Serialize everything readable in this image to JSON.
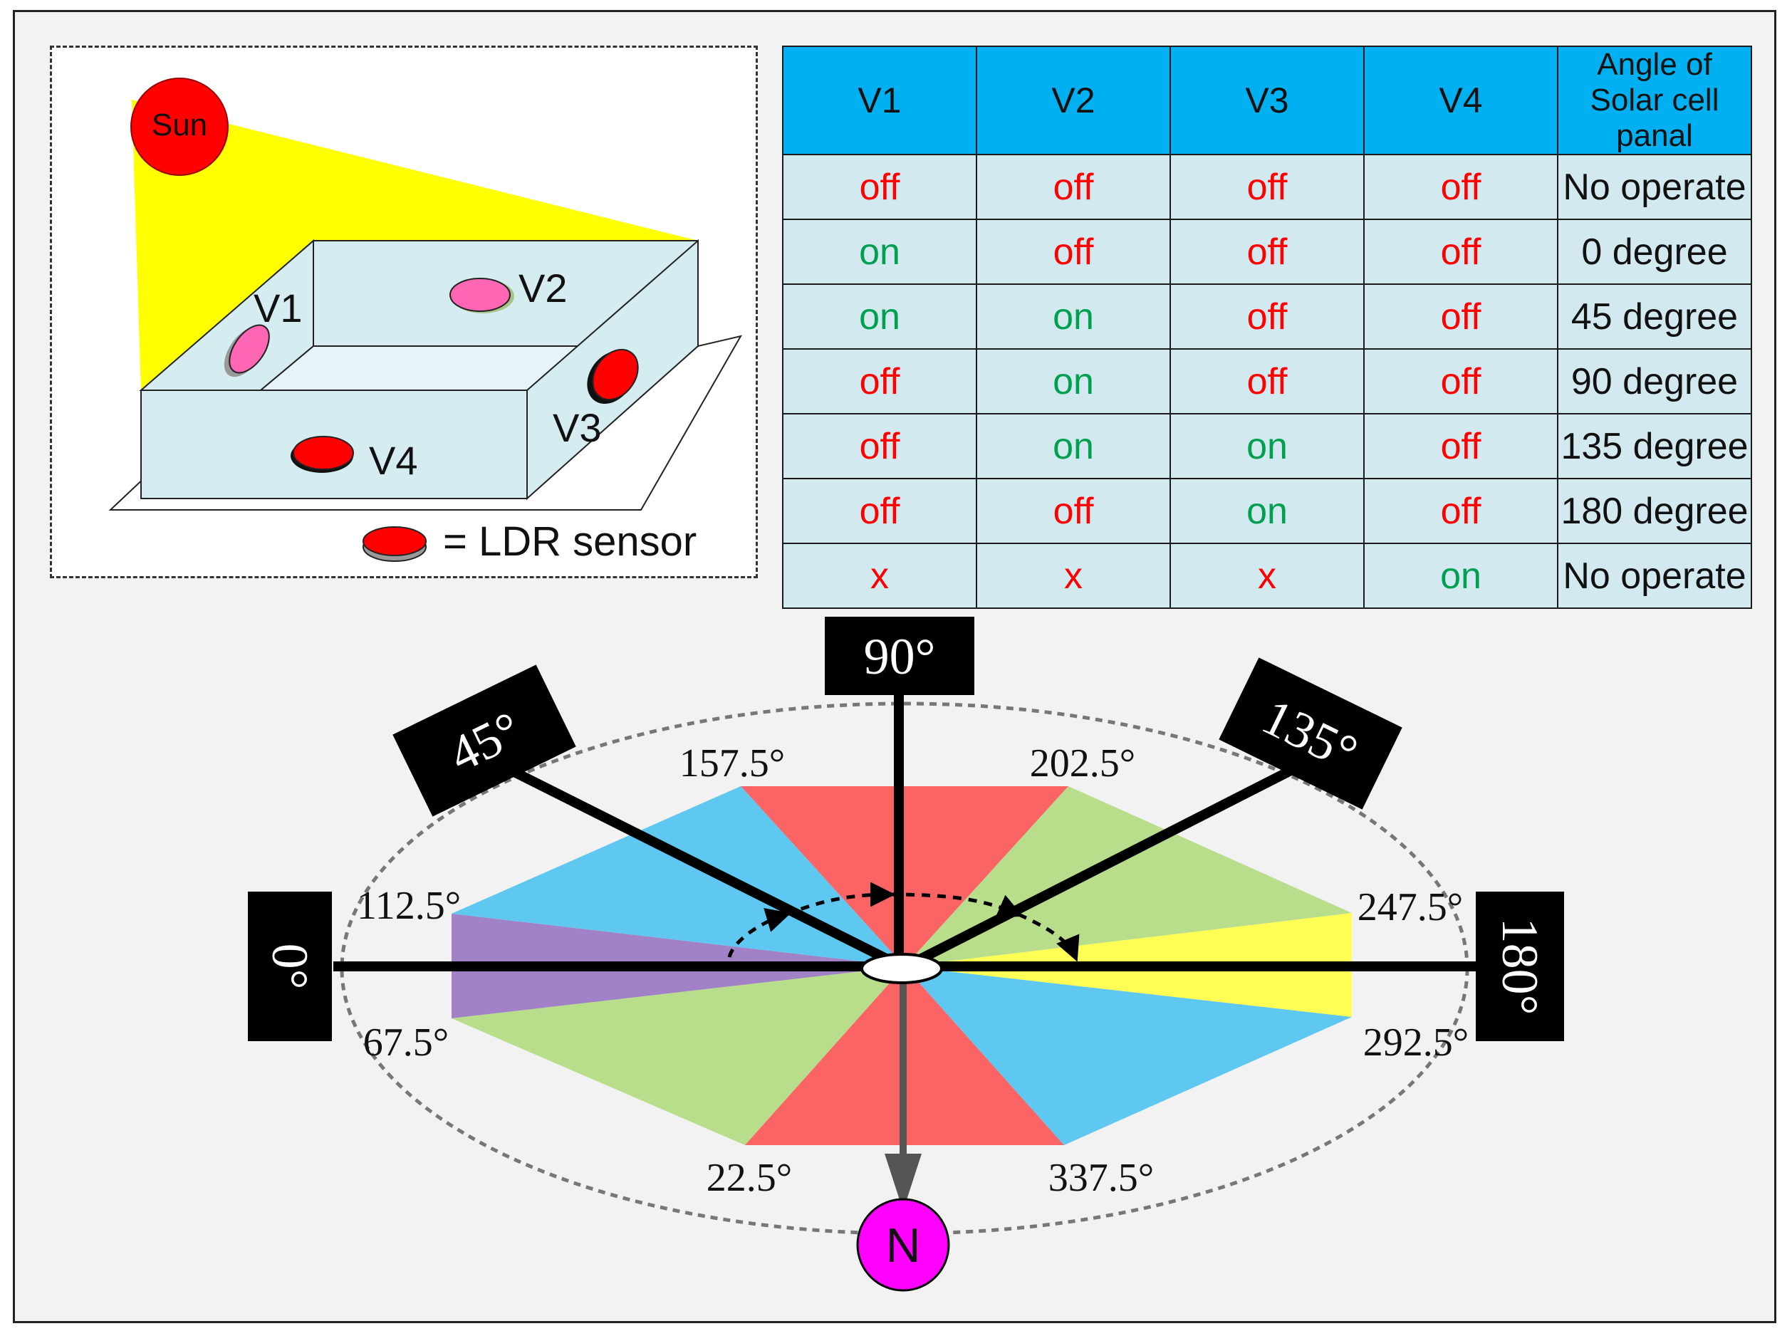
{
  "sensor_box": {
    "sun_label": "Sun",
    "sensors": [
      "V1",
      "V2",
      "V3",
      "V4"
    ],
    "legend_label": "= LDR sensor"
  },
  "table": {
    "headers": [
      "V1",
      "V2",
      "V3",
      "V4",
      "Angle of Solar cell panal"
    ],
    "rows": [
      [
        "off",
        "off",
        "off",
        "off",
        "No operate"
      ],
      [
        "on",
        "off",
        "off",
        "off",
        "0 degree"
      ],
      [
        "on",
        "on",
        "off",
        "off",
        "45 degree"
      ],
      [
        "off",
        "on",
        "off",
        "off",
        "90 degree"
      ],
      [
        "off",
        "on",
        "on",
        "off",
        "135 degree"
      ],
      [
        "off",
        "off",
        "on",
        "off",
        "180 degree"
      ],
      [
        "x",
        "x",
        "x",
        "on",
        "No operate"
      ]
    ]
  },
  "compass": {
    "panel_angles": [
      "0°",
      "45°",
      "90°",
      "135°",
      "180°"
    ],
    "sector_angles": [
      "22.5°",
      "67.5°",
      "112.5°",
      "157.5°",
      "202.5°",
      "247.5°",
      "292.5°",
      "337.5°"
    ],
    "north_label": "N"
  },
  "colors": {
    "sun": "#ff0000",
    "light_beam": "#ffff00",
    "box_fill": "#d5ecf0",
    "sensor_v1_v2": "#ff66b3",
    "sensor_v3_v4": "#ff0000",
    "table_header": "#00b0f0",
    "table_cell": "#d2e9ef",
    "on": "#00a050",
    "off": "#ff0000",
    "sector_red": "#fa6464",
    "sector_blue": "#5fc8f0",
    "sector_green": "#b8de8c",
    "sector_purple": "#a182c6",
    "sector_yellow": "#ffff55",
    "north": "#ff00ff"
  }
}
